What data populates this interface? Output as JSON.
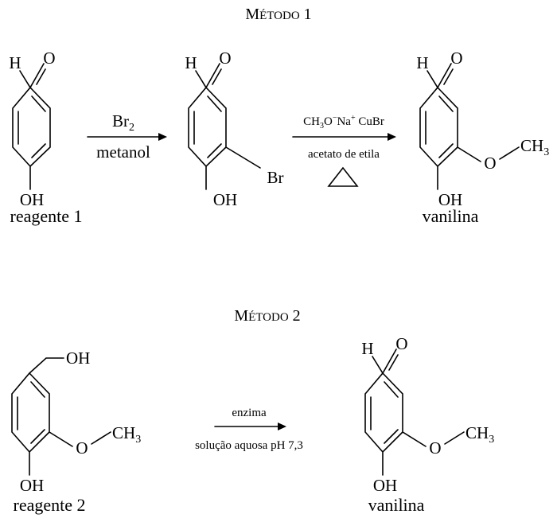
{
  "method1": {
    "title_first": "M",
    "title_rest": "ÉTODO",
    "title_num": "1",
    "reagent": {
      "substituent": {
        "h": "H",
        "o": "O"
      },
      "oh": "OH",
      "caption": "reagente 1"
    },
    "step1": {
      "reagent_main": "Br",
      "reagent_sub": "2",
      "solvent": "metanol"
    },
    "intermediate": {
      "substituent": {
        "h": "H",
        "o": "O"
      },
      "br": "Br",
      "oh": "OH"
    },
    "step2": {
      "reagent_a": "CH",
      "reagent_a_sub": "3",
      "reagent_b": "O",
      "reagent_b_sup": "−",
      "reagent_c": "Na",
      "reagent_c_sup": "+",
      "reagent_d": " CuBr",
      "solvent": "acetato de etila"
    },
    "product": {
      "substituent": {
        "h": "H",
        "o": "O"
      },
      "o_methoxy": "O",
      "ch": "CH",
      "ch_sub": "3",
      "oh": "OH",
      "caption": "vanilina"
    }
  },
  "method2": {
    "title_first": "M",
    "title_rest": "ÉTODO",
    "title_num": "2",
    "reagent": {
      "oh_top": "OH",
      "o_methoxy": "O",
      "ch": "CH",
      "ch_sub": "3",
      "oh": "OH",
      "caption": "reagente 2"
    },
    "step": {
      "catalyst": "enzima",
      "conditions": "solução aquosa pH 7,3"
    },
    "product": {
      "substituent": {
        "h": "H",
        "o": "O"
      },
      "o_methoxy": "O",
      "ch": "CH",
      "ch_sub": "3",
      "oh": "OH",
      "caption": "vanilina"
    }
  }
}
